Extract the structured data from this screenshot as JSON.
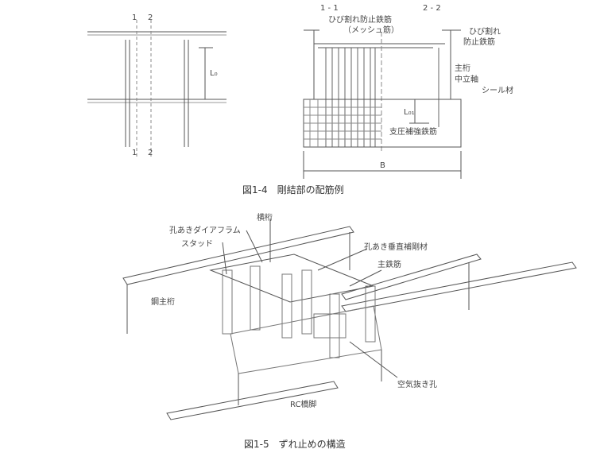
{
  "fig14": {
    "caption": "図1-4　剛結部の配筋例",
    "left": {
      "sec1_top": "1",
      "sec2_top": "2",
      "sec1_bot": "1",
      "sec2_bot": "2",
      "dim": "L₀"
    },
    "right": {
      "sec11": "1 - 1",
      "sec22": "2 - 2",
      "crack_mesh_1": "ひび割れ防止鉄筋",
      "crack_mesh_2": "（メッシュ筋）",
      "crack_1": "ひび割れ",
      "crack_2": "防止鉄筋",
      "main_girder_1": "主桁",
      "main_girder_2": "中立軸",
      "seal": "シール材",
      "dim_l": "L₀₁",
      "bearing": "支圧補強鉄筋",
      "width": "B"
    }
  },
  "fig15": {
    "caption": "図1-5　ずれ止めの構造",
    "cross_girder": "横桁",
    "perforated_diaphragm": "孔あきダイアフラム",
    "stud": "スタッド",
    "perforated_stiffener": "孔あき垂直補剛材",
    "main_rebar": "主鉄筋",
    "steel_girder": "鋼主桁",
    "air_hole": "空気抜き孔",
    "rc_pier": "RC橋脚"
  }
}
